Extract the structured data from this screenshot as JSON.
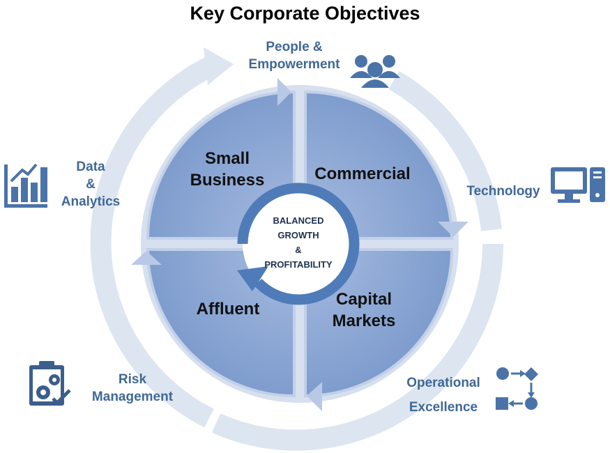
{
  "title": "Key Corporate Objectives",
  "quadrants": {
    "small_business": [
      "Small",
      "Business"
    ],
    "commercial": "Commercial",
    "affluent": "Affluent",
    "capital_markets": [
      "Capital",
      "Markets"
    ]
  },
  "center": [
    "BALANCED",
    "GROWTH",
    "&",
    "PROFITABILITY"
  ],
  "outer": {
    "people": [
      "People &",
      "Empowerment"
    ],
    "technology": "Technology",
    "data": [
      "Data",
      "&",
      "Analytics"
    ],
    "risk": [
      "Risk",
      "Management"
    ],
    "operational": [
      "Operational",
      "Excellence"
    ]
  },
  "colors": {
    "accent_text": "#3f6896",
    "icon_blue": "#4a73a8",
    "quadrant_fill": "#8ea9d6",
    "outer_ring": "#dce4f0",
    "center_ring": "#4f7cb8"
  },
  "icons": [
    "people-icon",
    "monitor-icon",
    "bar-chart-icon",
    "clipboard-gears-icon",
    "process-flow-icon"
  ]
}
